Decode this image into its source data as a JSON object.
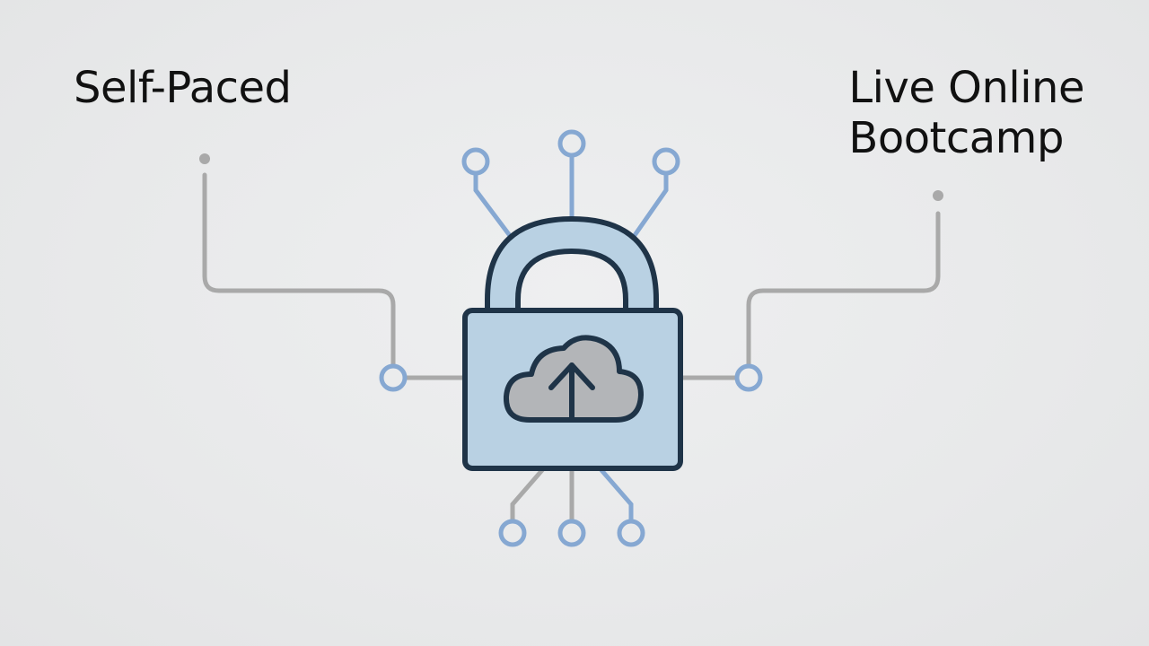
{
  "left_option": {
    "label": "Self-Paced"
  },
  "right_option": {
    "line1": "Live Online",
    "line2": "Bootcamp"
  },
  "center_icon": {
    "name": "padlock-cloud-upload-icon"
  },
  "colors": {
    "background": "#e9eaeb",
    "connector_gray": "#a9a9a9",
    "circuit_blue": "#86a8d2",
    "lock_fill": "#b9d1e3",
    "lock_stroke": "#1f3448",
    "cloud_fill": "#b3b5b8"
  }
}
